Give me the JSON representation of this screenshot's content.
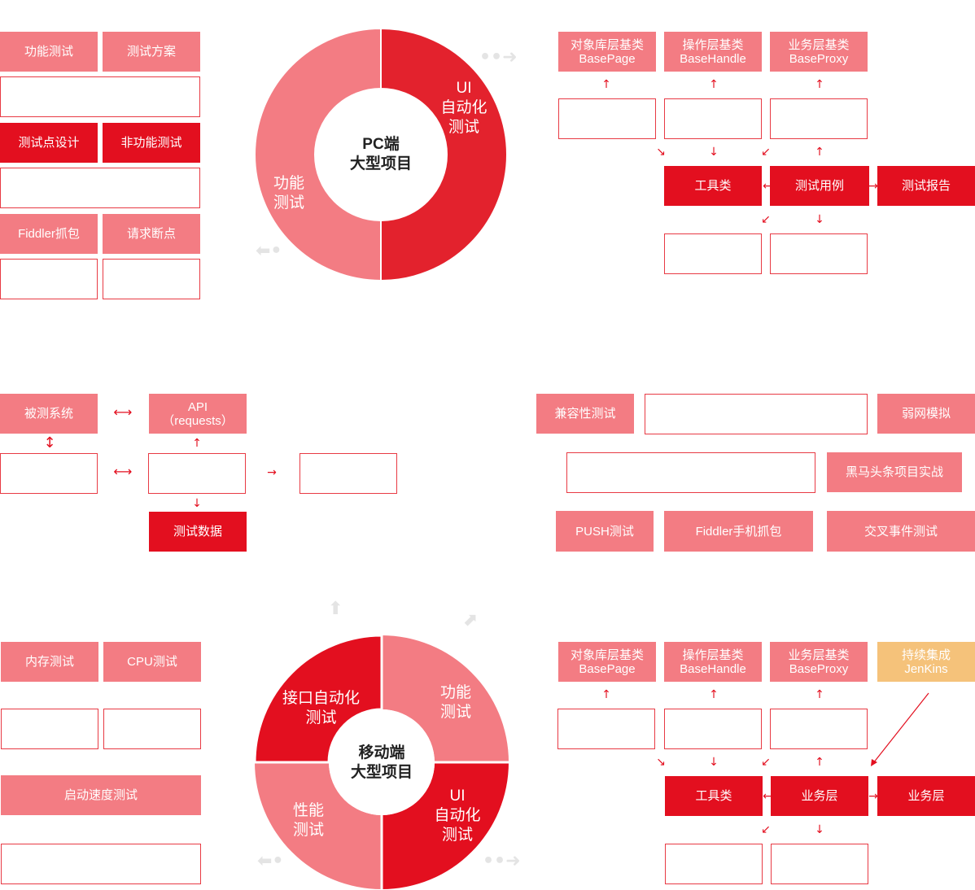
{
  "pc_ring": {
    "center": [
      "PC端",
      "大型项目"
    ],
    "segments": [
      {
        "label": [
          "UI",
          "自动化",
          "测试"
        ],
        "color": "#e3222d"
      },
      {
        "label": [
          "功能",
          "测试"
        ],
        "color": "#f37c83"
      }
    ]
  },
  "mobile_ring": {
    "center": [
      "移动端",
      "大型项目"
    ],
    "segments": [
      {
        "label": [
          "接口自动化",
          "测试"
        ],
        "color": "#e30f1f"
      },
      {
        "label": [
          "功能",
          "测试"
        ],
        "color": "#f37c83"
      },
      {
        "label": [
          "UI",
          "自动化",
          "测试"
        ],
        "color": "#e30f1f"
      },
      {
        "label": [
          "性能",
          "测试"
        ],
        "color": "#f37c83"
      }
    ]
  },
  "functional": {
    "func_test": "功能测试",
    "test_plan": "测试方案",
    "test_point": "测试点设计",
    "non_func": "非功能测试",
    "fiddler": "Fiddler抓包",
    "breakpoint": "请求断点"
  },
  "pc_ui": {
    "obj_lib_1": "对象库层基类",
    "obj_lib_2": "BasePage",
    "op_layer_1": "操作层基类",
    "op_layer_2": "BaseHandle",
    "biz_layer_1": "业务层基类",
    "biz_layer_2": "BaseProxy",
    "tools": "工具类",
    "test_case": "测试用例",
    "report": "测试报告"
  },
  "api": {
    "system": "被测系统",
    "api_1": "API",
    "api_2": "（requests）",
    "test_data": "测试数据"
  },
  "mobile_func": {
    "compat": "兼容性测试",
    "weak_net": "弱网模拟",
    "project": "黑马头条项目实战",
    "push": "PUSH测试",
    "fiddler_mobile": "Fiddler手机抓包",
    "interaction": "交叉事件测试"
  },
  "perf": {
    "memory": "内存测试",
    "cpu": "CPU测试",
    "startup": "启动速度测试"
  },
  "mobile_ui": {
    "obj_lib_1": "对象库层基类",
    "obj_lib_2": "BasePage",
    "op_layer_1": "操作层基类",
    "op_layer_2": "BaseHandle",
    "biz_layer_1": "业务层基类",
    "biz_layer_2": "BaseProxy",
    "ci_1": "持续集成",
    "ci_2": "JenKins",
    "tools": "工具类",
    "biz_mid": "业务层",
    "biz_right": "业务层"
  }
}
